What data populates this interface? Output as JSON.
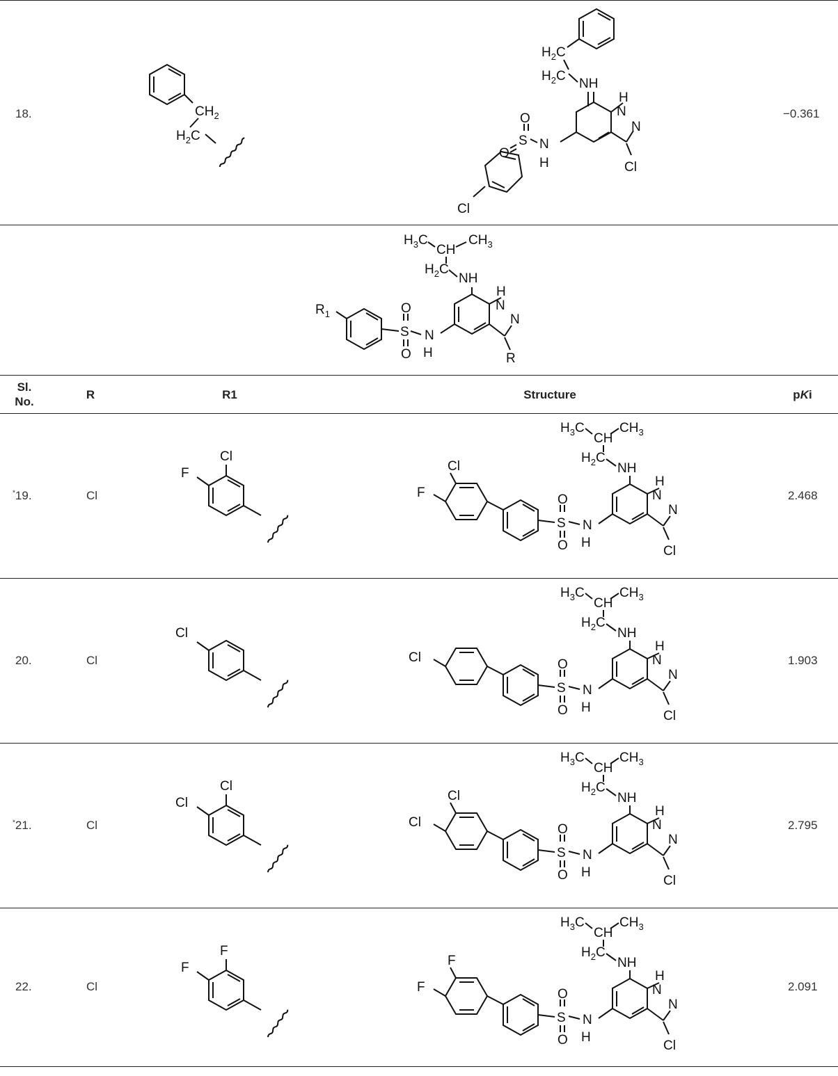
{
  "header": {
    "sl_no_line1": "Sl.",
    "sl_no_line2": "No.",
    "r": "R",
    "r1": "R1",
    "structure": "Structure",
    "pki_p": "p",
    "pki_k": "K",
    "pki_i": "i"
  },
  "row18": {
    "sl": "18.",
    "pki": "−0.361"
  },
  "scaffold": {
    "labels": {
      "r1": "R",
      "r1_sub": "1",
      "r": "R",
      "s": "S",
      "o": "O",
      "n": "N",
      "h": "H",
      "nh": "NH",
      "ch3": "CH",
      "ch3_sub": "3",
      "h3c": "H",
      "h3c_sub": "3",
      "h3c_c": "C",
      "ch": "CH",
      "h2c": "H",
      "h2c_sub": "2",
      "h2c_c": "C"
    }
  },
  "rows": [
    {
      "sl": "19.",
      "star": "*",
      "r": "Cl",
      "pki": "2.468",
      "sub_a": "Cl",
      "sub_b": "F"
    },
    {
      "sl": "20.",
      "star": "",
      "r": "Cl",
      "pki": "1.903",
      "sub_a": "",
      "sub_b": "Cl"
    },
    {
      "sl": "21.",
      "star": "*",
      "r": "Cl",
      "pki": "2.795",
      "sub_a": "Cl",
      "sub_b": "Cl"
    },
    {
      "sl": "22.",
      "star": "",
      "r": "Cl",
      "pki": "2.091",
      "sub_a": "F",
      "sub_b": "F"
    }
  ],
  "atoms": {
    "cl": "Cl",
    "nh": "NH",
    "n": "N",
    "h": "H",
    "s": "S",
    "o": "O",
    "ch2": "CH",
    "two": "2"
  }
}
